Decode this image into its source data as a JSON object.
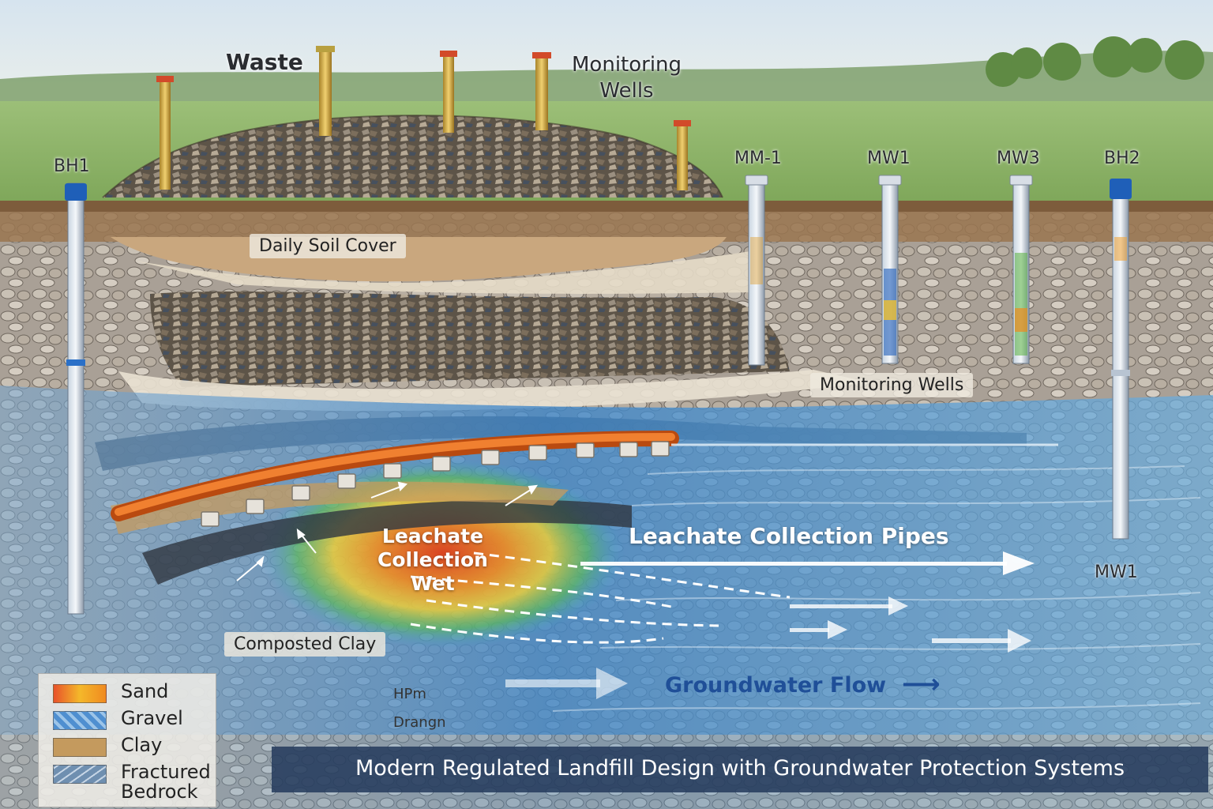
{
  "labels": {
    "waste": "Waste",
    "monitoring_wells_top": "Monitoring\nWells",
    "bh1": "BH1",
    "mm1": "MM-1",
    "mw1_top": "MW1",
    "mw3": "MW3",
    "bh2": "BH2",
    "daily_soil_cover": "Daily Soil Cover",
    "monitoring_wells_mid": "Monitoring Wells",
    "leachate_collection_wet": "Leachate\nCollection\nWet",
    "leachate_collection_pipes": "Leachate Collection Pipes",
    "mw1_right": "MW1",
    "composted_clay": "Composted Clay",
    "hpm": "HPm",
    "drangn": "Drangn",
    "groundwater_flow": "Groundwater Flow"
  },
  "legend": [
    {
      "label": "Sand",
      "icon": "sand-swatch",
      "color": "#f0a030"
    },
    {
      "label": "Gravel",
      "icon": "gravel-swatch",
      "color": "#5b9bd5"
    },
    {
      "label": "Clay",
      "icon": "clay-swatch",
      "color": "#c49a5e"
    },
    {
      "label": "Fractured\nBedrock",
      "icon": "fractured-bedrock-swatch",
      "color": "#6f8fb0"
    }
  ],
  "caption": "Modern Regulated Landfill Design with Groundwater Protection Systems",
  "colors": {
    "sky": "#c9dceb",
    "grass": "#8fb56a",
    "soil": "#b5906a",
    "groundwater": "#4f8fc8",
    "leachate_pipe": "#e06a18",
    "plume_hot": "#e0501a",
    "plume_warm": "#f4c430",
    "plume_cool": "#58b848",
    "caption_bg": "#243a5c"
  }
}
